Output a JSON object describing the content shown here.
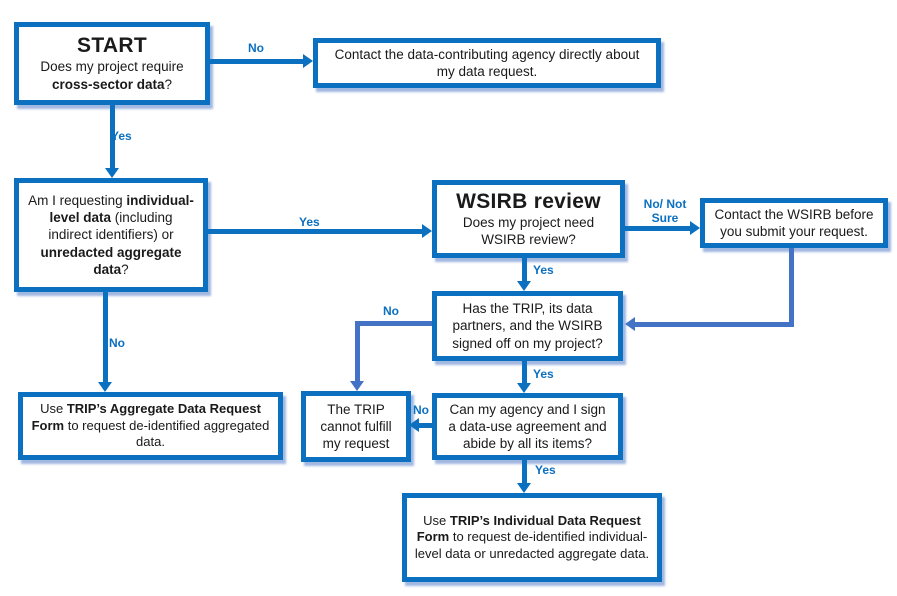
{
  "colors": {
    "primary_blue": "#0b70c0",
    "muted_connector_blue": "#4472c4",
    "text": "#1a1a1a",
    "background": "#ffffff"
  },
  "nodes": {
    "start": {
      "title": "START",
      "q_pre": "Does my project require ",
      "q_bold": "cross-sector data",
      "q_post": "?"
    },
    "contact_agency": {
      "text": "Contact the data-contributing agency directly about my data request."
    },
    "requesting": {
      "s1": "Am I requesting ",
      "b1": "individual-level data",
      "s2": " (including indirect identifiers) or ",
      "b2": "unredacted aggregate data",
      "s3": "?"
    },
    "wsirb": {
      "title": "WSIRB review",
      "text": "Does my project need WSIRB review?"
    },
    "contact_wsirb": {
      "text": "Contact the WSIRB before you submit your request."
    },
    "signed_off": {
      "text": "Has the TRIP, its data partners, and the WSIRB signed off on my project?"
    },
    "cannot_fulfill": {
      "text": "The TRIP cannot fulfill my request"
    },
    "dua": {
      "text": "Can my agency and I sign a data-use agreement and abide by all its items?"
    },
    "aggregate_form": {
      "s1": "Use ",
      "b1": "TRIP’s Aggregate Data Request Form",
      "s2": " to request de-identified aggregated data."
    },
    "individual_form": {
      "s1": "Use ",
      "b1": "TRIP’s Individual Data Request Form",
      "s2": " to request de-identified individual-level data or unredacted aggregate data."
    }
  },
  "edge_labels": {
    "start_no": "No",
    "start_yes": "Yes",
    "requesting_yes": "Yes",
    "requesting_no": "No",
    "wsirb_no_not_sure": "No/ Not Sure",
    "wsirb_yes": "Yes",
    "signed_no": "No",
    "signed_yes": "Yes",
    "dua_no": "No",
    "dua_yes": "Yes"
  }
}
